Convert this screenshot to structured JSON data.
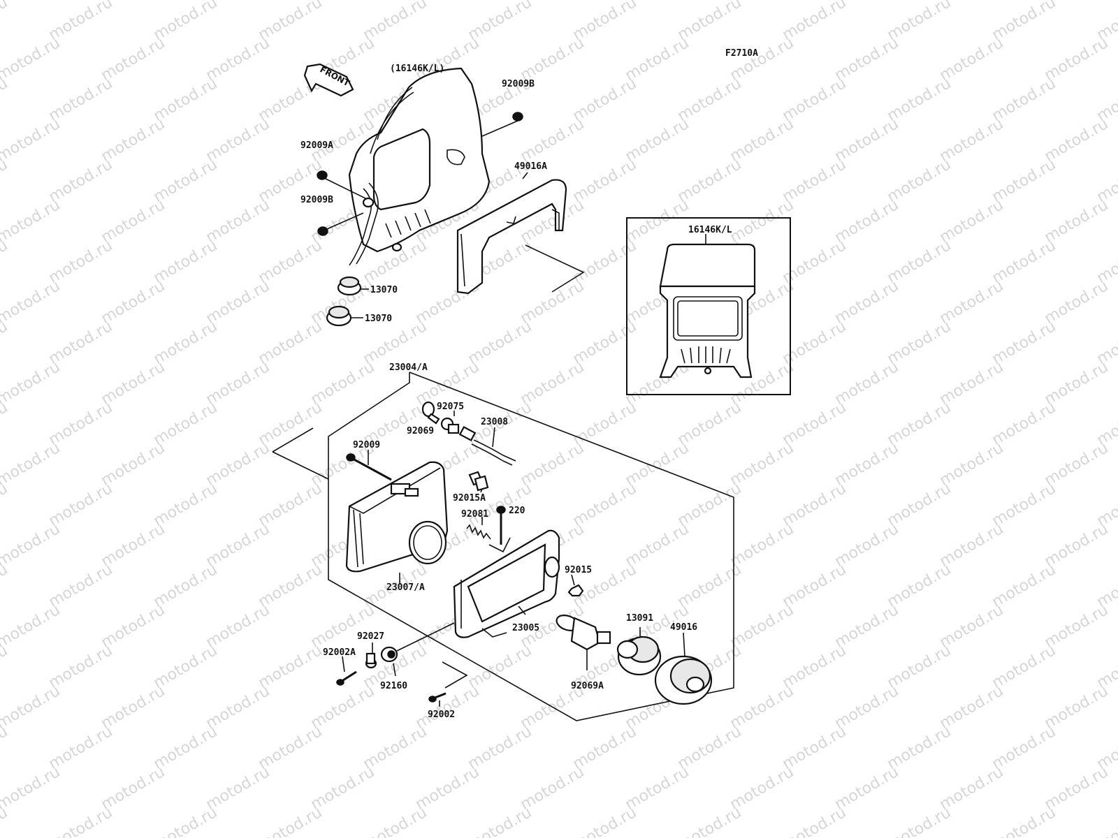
{
  "watermark": "motod.ru",
  "figure_code": "F2710A",
  "front_label": "FRONT",
  "callouts": {
    "cowl_top": "(16146K/L)",
    "washer_b_top": "92009B",
    "screw_a": "92009A",
    "washer_b_left": "92009B",
    "bracket": "49016A",
    "grommet_1": "13070",
    "grommet_2": "13070",
    "inset_cowl": "16146K/L",
    "headlamp_assy": "23004/A",
    "bulb_small": "92069",
    "socket": "92075",
    "wiring": "23008",
    "screw": "92009",
    "nut_a": "92015A",
    "spring": "92081",
    "screw_220": "220",
    "lens_unit": "23007/A",
    "nut": "92015",
    "housing": "23005",
    "dust_seal": "13091",
    "cover": "49016",
    "collar": "92027",
    "bolt_a": "92002A",
    "grommet_92160": "92160",
    "bulb_h4": "92069A",
    "bolt": "92002"
  }
}
